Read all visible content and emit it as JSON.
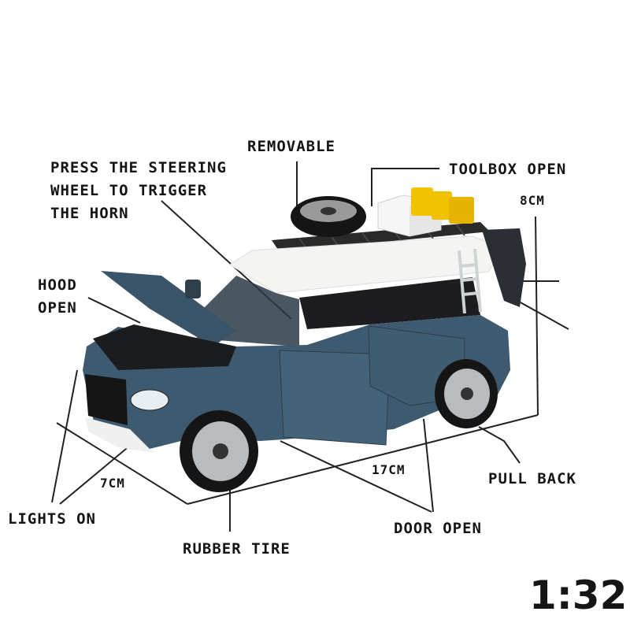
{
  "labels": {
    "removable": "REMOVABLE",
    "steering_line1": "PRESS THE STEERING",
    "steering_line2": "WHEEL TO TRIGGER",
    "steering_line3": "THE HORN",
    "toolbox": "TOOLBOX OPEN",
    "height": "8CM",
    "hood_line1": "HOOD",
    "hood_line2": "OPEN",
    "width": "7CM",
    "length": "17CM",
    "pull_back": "PULL BACK",
    "lights": "LIGHTS ON",
    "door": "DOOR OPEN",
    "tire": "RUBBER TIRE",
    "scale": "1:32"
  },
  "colors": {
    "body": "#3e5a70",
    "roof": "#f4f4f2",
    "tire": "#151515",
    "accessory": "#f2c200"
  }
}
